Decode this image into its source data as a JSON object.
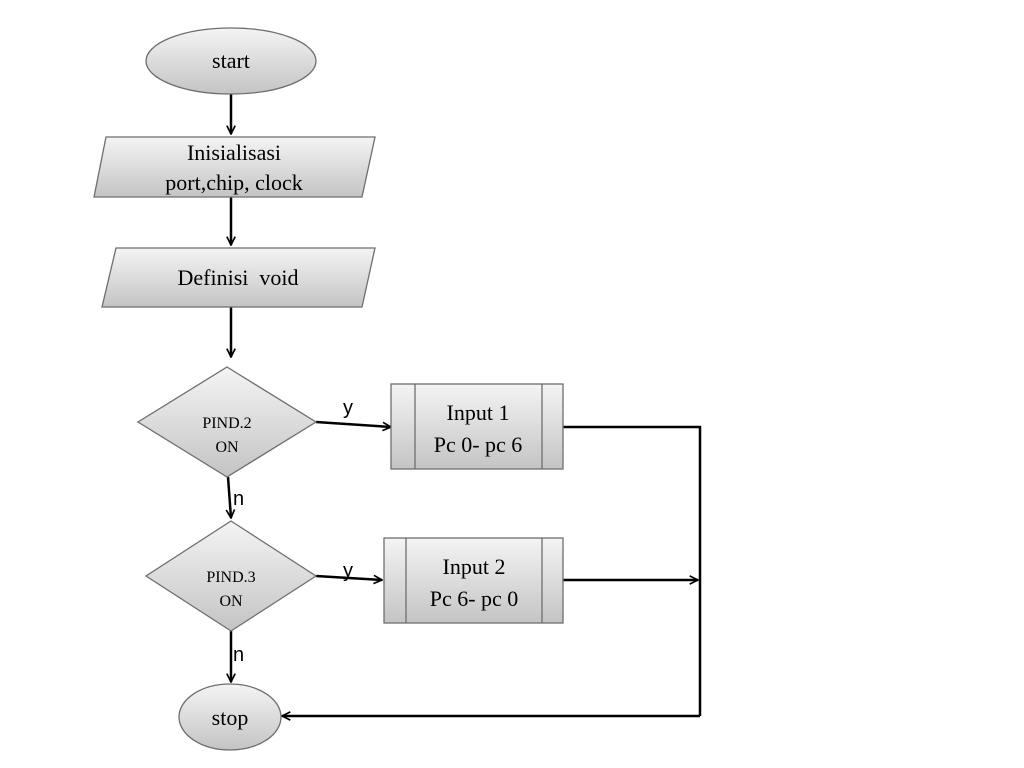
{
  "nodes": {
    "start": {
      "label": "start"
    },
    "init": {
      "line1": "Inisialisasi",
      "line2": "port,chip, clock"
    },
    "definisi": {
      "label": "Definisi  void"
    },
    "decision1": {
      "line1": "PIND.2",
      "line2": "ON"
    },
    "decision2": {
      "line1": "PIND.3",
      "line2": "ON"
    },
    "process1": {
      "line1": "Input 1",
      "line2": "Pc 0- pc 6"
    },
    "process2": {
      "line1": "Input 2",
      "line2": "Pc 6- pc 0"
    },
    "stop": {
      "label": "stop"
    }
  },
  "edge_labels": {
    "d1_yes": "y",
    "d1_no": "n",
    "d2_yes": "y",
    "d2_no": "n"
  },
  "colors": {
    "fill_top": "#f4f4f4",
    "fill_bottom": "#c4c4c4",
    "stroke": "#6e6e6e",
    "arrow": "#000000"
  }
}
